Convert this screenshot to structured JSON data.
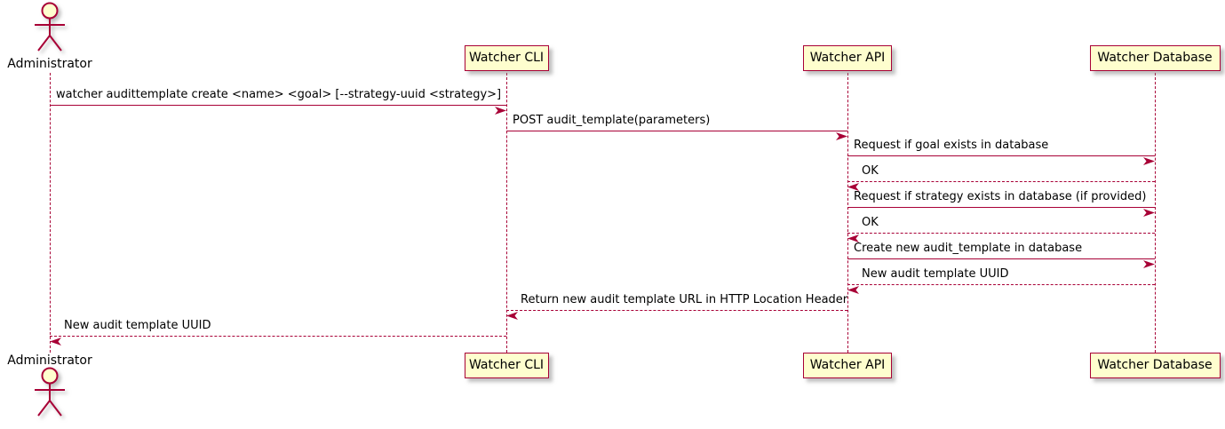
{
  "diagram": {
    "type": "sequence",
    "colors": {
      "stroke": "#A80036",
      "participant_fill": "#FEFECE",
      "text": "#000000",
      "background": "#FFFFFF"
    },
    "participants": [
      {
        "id": "administrator",
        "label": "Administrator",
        "kind": "actor"
      },
      {
        "id": "watcher-cli",
        "label": "Watcher CLI",
        "kind": "participant"
      },
      {
        "id": "watcher-api",
        "label": "Watcher API",
        "kind": "participant"
      },
      {
        "id": "watcher-db",
        "label": "Watcher Database",
        "kind": "participant"
      }
    ],
    "messages": [
      {
        "from": "administrator",
        "to": "watcher-cli",
        "text": "watcher audittemplate create <name> <goal> [--strategy-uuid <strategy>]",
        "style": "solid"
      },
      {
        "from": "watcher-cli",
        "to": "watcher-api",
        "text": "POST audit_template(parameters)",
        "style": "solid"
      },
      {
        "from": "watcher-api",
        "to": "watcher-db",
        "text": "Request if goal exists in database",
        "style": "solid"
      },
      {
        "from": "watcher-db",
        "to": "watcher-api",
        "text": "OK",
        "style": "dashed"
      },
      {
        "from": "watcher-api",
        "to": "watcher-db",
        "text": "Request if strategy exists in database (if provided)",
        "style": "solid"
      },
      {
        "from": "watcher-db",
        "to": "watcher-api",
        "text": "OK",
        "style": "dashed"
      },
      {
        "from": "watcher-api",
        "to": "watcher-db",
        "text": "Create new audit_template in database",
        "style": "solid"
      },
      {
        "from": "watcher-db",
        "to": "watcher-api",
        "text": "New audit template UUID",
        "style": "dashed"
      },
      {
        "from": "watcher-api",
        "to": "watcher-cli",
        "text": "Return new audit template URL in HTTP Location Header",
        "style": "dashed"
      },
      {
        "from": "watcher-cli",
        "to": "administrator",
        "text": "New audit template UUID",
        "style": "dashed"
      }
    ]
  }
}
